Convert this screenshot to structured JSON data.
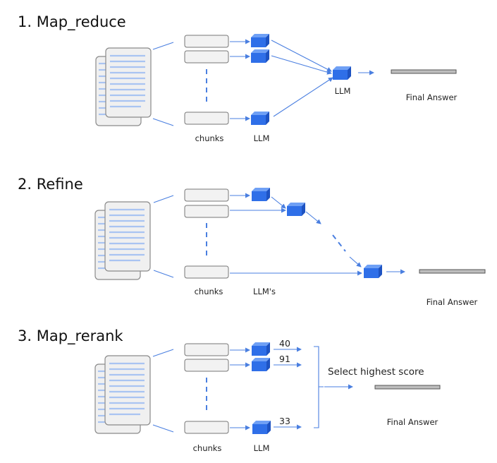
{
  "sections": [
    {
      "title": "1. Map_reduce",
      "chunks_label": "chunks",
      "llm_label": "LLM",
      "final_llm_label": "LLM",
      "final_answer_label": "Final Answer"
    },
    {
      "title": "2. Refine",
      "chunks_label": "chunks",
      "llm_label": "LLM's",
      "final_answer_label": "Final Answer"
    },
    {
      "title": "3. Map_rerank",
      "chunks_label": "chunks",
      "llm_label": "LLM",
      "scores": [
        "40",
        "91",
        "33"
      ],
      "select_label": "Select highest score",
      "final_answer_label": "Final Answer"
    }
  ],
  "colors": {
    "accent": "#4a7fe0",
    "cube_front": "#2f6fe8",
    "cube_top": "#6fa0f5",
    "cube_side": "#1e53c2",
    "doc_lines": "#a9c4f2"
  },
  "icons": [
    "document-stack-icon",
    "chunk-box-icon",
    "llm-cube-icon",
    "final-answer-bar-icon"
  ]
}
